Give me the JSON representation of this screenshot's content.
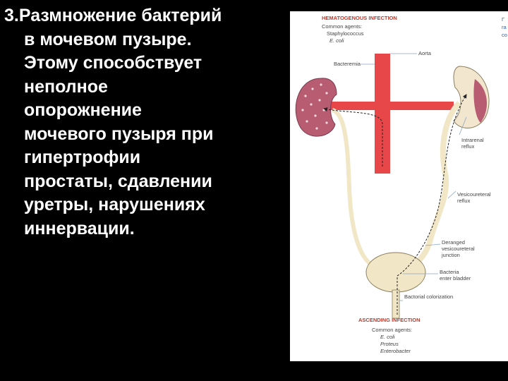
{
  "slide": {
    "text_lines": [
      "3.Размножение бактерий",
      "в мочевом пузыре.",
      "Этому способствует",
      "неполное",
      "опорожнение",
      "мочевого пузыря при",
      "гипертрофии",
      "простаты, сдавлении",
      "уретры, нарушениях",
      "иннервации."
    ]
  },
  "figure": {
    "hematogenous": {
      "title": "HEMATOGENOUS INFECTION",
      "agents_label": "Common agents:",
      "agents": [
        "Staphylococcus",
        "E. coli"
      ]
    },
    "labels": {
      "aorta": "Aorta",
      "bacteremia": "Bacteremia",
      "intrarenal_1": "Intrarenal",
      "intrarenal_2": "reflux",
      "vesicoureteral_1": "Vesicoureteral",
      "vesicoureteral_2": "reflux",
      "deranged_1": "Deranged",
      "deranged_2": "vesicoureteral",
      "deranged_3": "junction",
      "bacteria_enter_1": "Bacteria",
      "bacteria_enter_2": "enter bladder",
      "colonization": "Bactorial colorization"
    },
    "ascending": {
      "title": "ASCENDING INFECTION",
      "agents_label": "Common agents:",
      "agents": [
        "E. coli",
        "Proteus",
        "Enterobacter"
      ]
    },
    "edge_text": [
      "Г",
      "ra",
      "co"
    ],
    "colors": {
      "aorta": "#e8474a",
      "kidney": "#b85c72",
      "kidney_dots": "#f2d9de",
      "kidney_light": "#f3e6cf",
      "tract": "#f1e6c6",
      "tract_outline": "#8a7d5c",
      "label_line": "#8aa4c8",
      "heading": "#c0392b"
    }
  }
}
